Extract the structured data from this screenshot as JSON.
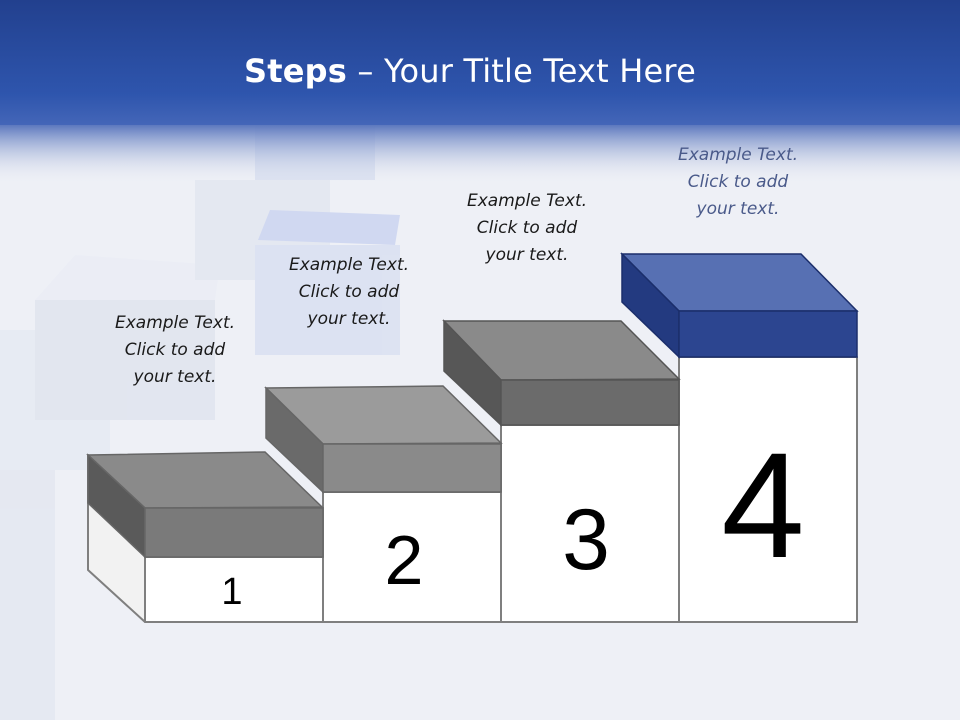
{
  "title": {
    "bold": "Steps",
    "rest": " – Your Title Text Here"
  },
  "steps": [
    {
      "number": "1",
      "caption": [
        "Example Text.",
        "Click  to add",
        "your text."
      ]
    },
    {
      "number": "2",
      "caption": [
        "Example Text.",
        "Click  to add",
        "your text."
      ]
    },
    {
      "number": "3",
      "caption": [
        "Example Text.",
        "Click  to add",
        "your text."
      ]
    },
    {
      "number": "4",
      "caption": [
        "Example Text.",
        "Click  to add",
        "your text."
      ]
    }
  ],
  "colors": {
    "header": "#2d4fa3",
    "accent_step": "#2c4590",
    "gray_step": "#7a7a7a"
  }
}
